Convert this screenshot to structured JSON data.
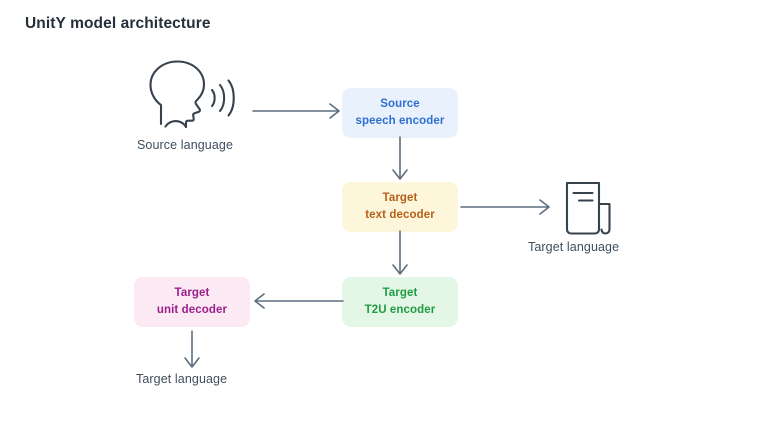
{
  "page": {
    "title": "UnitY model architecture",
    "background_color": "#ffffff"
  },
  "colors": {
    "title_text": "#26303b",
    "caption_text": "#3f4f5e",
    "arrow": "#5b6e80",
    "icon_stroke": "#37424d",
    "source_encoder_bg": "#e9f1fd",
    "source_encoder_text": "#2f6fd0",
    "text_decoder_bg": "#fdf6da",
    "text_decoder_text": "#b5601a",
    "t2u_encoder_bg": "#e4f6e6",
    "t2u_encoder_text": "#1f9c43",
    "unit_decoder_bg": "#fbe9f4",
    "unit_decoder_text": "#9c1f8c"
  },
  "diagram": {
    "type": "flow-diagram",
    "nodes": [
      {
        "id": "source-speech-encoder",
        "kind": "box",
        "line1": "Source",
        "line2": "speech encoder",
        "color": "blue"
      },
      {
        "id": "target-text-decoder",
        "kind": "box",
        "line1": "Target",
        "line2": "text decoder",
        "color": "yellow"
      },
      {
        "id": "target-t2u-encoder",
        "kind": "box",
        "line1": "Target",
        "line2": "T2U encoder",
        "color": "green"
      },
      {
        "id": "target-unit-decoder",
        "kind": "box",
        "line1": "Target",
        "line2": "unit decoder",
        "color": "pink"
      }
    ],
    "captions": {
      "source_language": "Source language",
      "target_language_text": "Target language",
      "target_language_speech": "Target language"
    },
    "icons": {
      "speaking_head": "speaking-head-icon",
      "document": "document-icon"
    },
    "edges": [
      {
        "id": "head-to-encoder",
        "from": "speaking-head-icon",
        "to": "source-speech-encoder",
        "direction": "right"
      },
      {
        "id": "encoder-to-textdec",
        "from": "source-speech-encoder",
        "to": "target-text-decoder",
        "direction": "down"
      },
      {
        "id": "textdec-to-doc",
        "from": "target-text-decoder",
        "to": "document-icon",
        "direction": "right"
      },
      {
        "id": "textdec-to-t2u",
        "from": "target-text-decoder",
        "to": "target-t2u-encoder",
        "direction": "down"
      },
      {
        "id": "t2u-to-unitdec",
        "from": "target-t2u-encoder",
        "to": "target-unit-decoder",
        "direction": "left"
      },
      {
        "id": "unitdec-to-out",
        "from": "target-unit-decoder",
        "to": "target-language-speech",
        "direction": "down"
      }
    ]
  }
}
